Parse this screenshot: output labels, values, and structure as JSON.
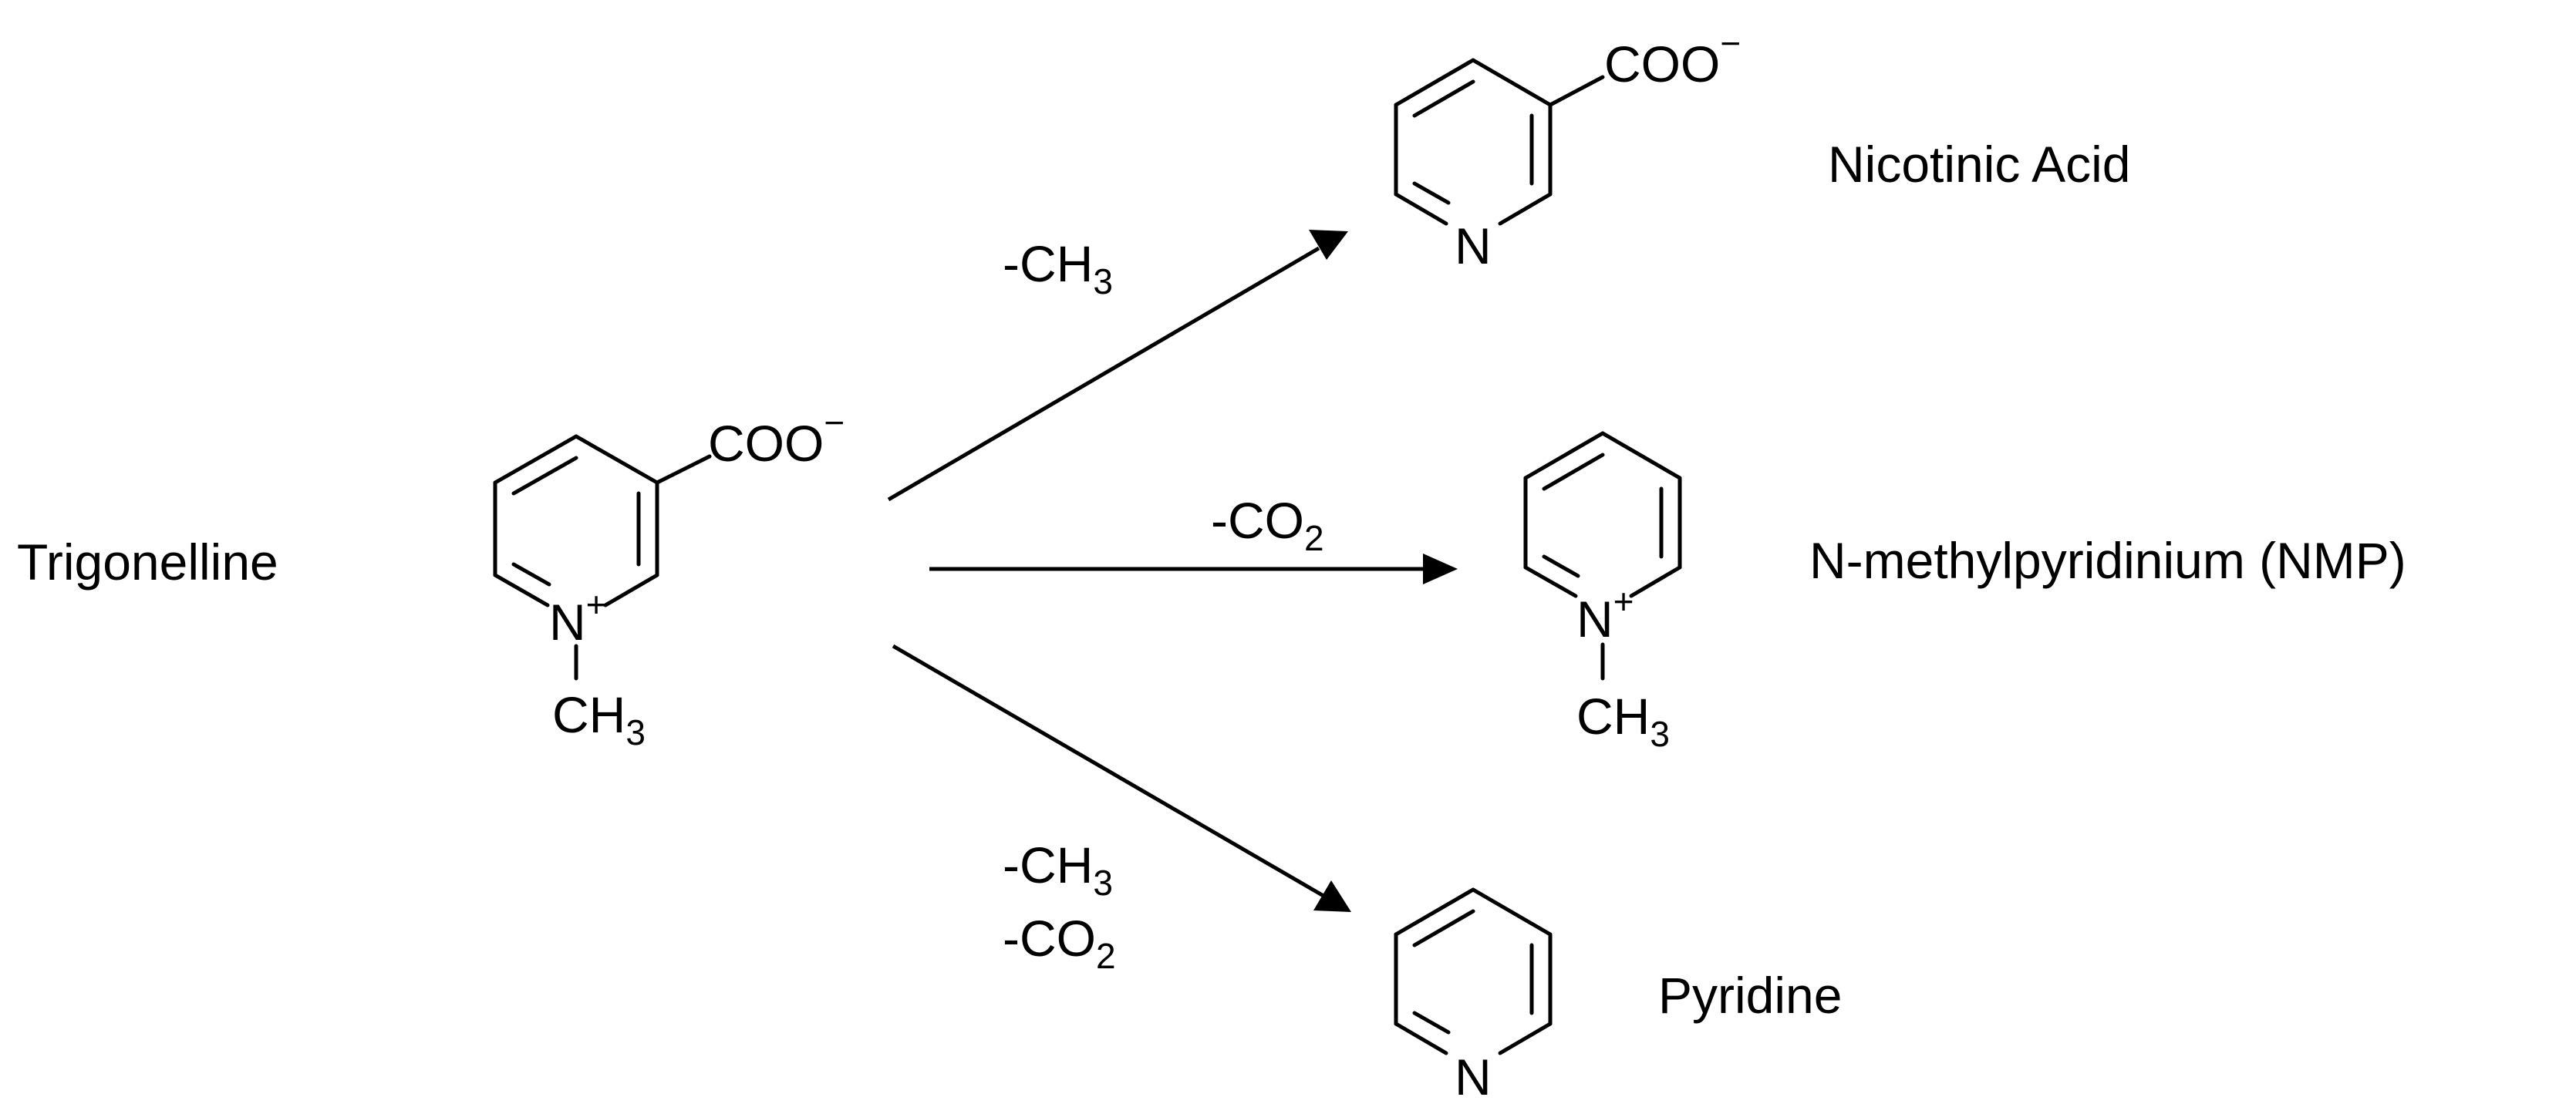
{
  "compounds": {
    "trigonelline": {
      "name": "Trigonelline",
      "group_main": "COO",
      "group_charge": "−",
      "nitrogen": "N",
      "nitrogen_charge": "+",
      "methyl_main": "CH",
      "methyl_sub": "3"
    },
    "nicotinic_acid": {
      "name": "Nicotinic Acid",
      "group_main": "COO",
      "group_charge": "−",
      "nitrogen": "N"
    },
    "nmp": {
      "name": "N-methylpyridinium (NMP)",
      "nitrogen": "N",
      "nitrogen_charge": "+",
      "methyl_main": "CH",
      "methyl_sub": "3"
    },
    "pyridine": {
      "name": "Pyridine",
      "nitrogen": "N"
    }
  },
  "reactions": {
    "to_nicotinic": {
      "prefix": "-CH",
      "sub": "3"
    },
    "to_nmp": {
      "prefix": "-CO",
      "sub": "2"
    },
    "to_pyridine": {
      "line1_prefix": "-CH",
      "line1_sub": "3",
      "line2_prefix": "-CO",
      "line2_sub": "2"
    }
  }
}
